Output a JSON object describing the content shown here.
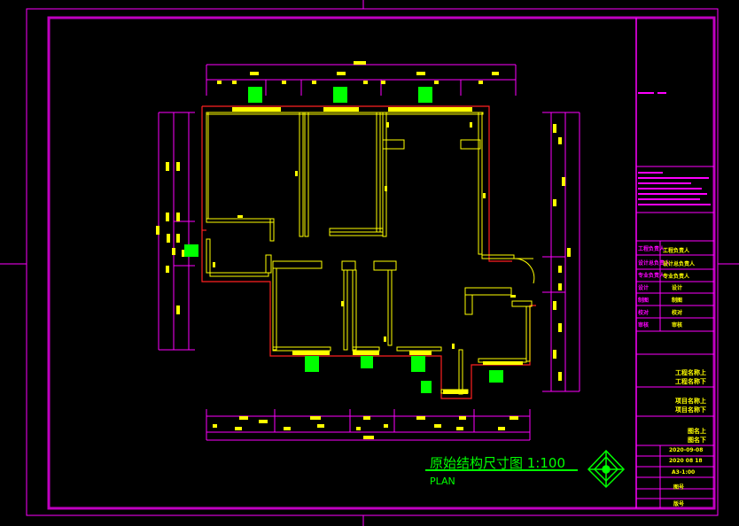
{
  "drawing": {
    "title_cn": "原始结构尺寸图 1:100",
    "title_en": "PLAN"
  },
  "title_block": {
    "project_top": "工程名称上",
    "project_bottom": "工程名称下",
    "item_top": "项目名称上",
    "item_bottom": "项目名称下",
    "fig_top": "图名上",
    "fig_bottom": "图名下",
    "role_labels": [
      "工程负责人",
      "设计总负责人",
      "专业负责人",
      "设计",
      "制图",
      "校对",
      "审核"
    ],
    "role_values": [
      "工程负责人",
      "设计总负责人",
      "专业负责人",
      "设计",
      "制图",
      "校对",
      "审核"
    ],
    "date1": "2020-09-08",
    "date2": "2020 08 18",
    "scale": "A3-1:00",
    "sheet_no_label": "图号",
    "version": "版号"
  },
  "colors": {
    "frame": "#ff00ff",
    "inner_frame": "#c000c0",
    "wall_outer": "#ff2020",
    "wall_inner": "#ffff00",
    "dim_line": "#ff00ff",
    "text_yellow": "#ffff00",
    "window_green": "#00ff00",
    "background": "#000000"
  }
}
